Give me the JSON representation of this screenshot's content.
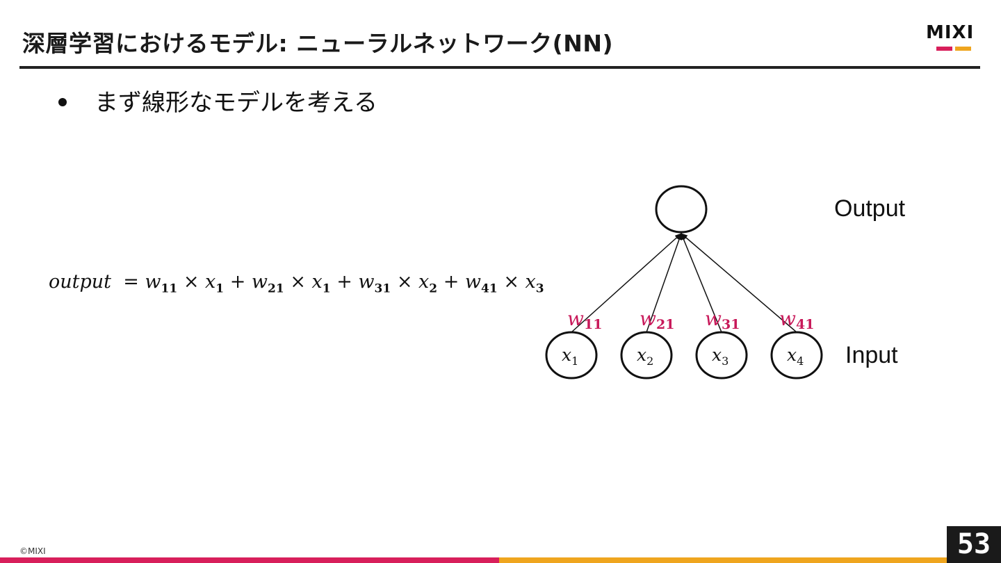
{
  "slide": {
    "title": "深層学習におけるモデル: ニューラルネットワーク(NN)",
    "logo_text": "MIXI",
    "bullet": "まず線形なモデルを考える",
    "copyright": "©MIXI",
    "page_number": "53"
  },
  "equation": {
    "lhs": "output",
    "equals": "=",
    "terms": [
      {
        "w": "w",
        "w_sub": "11",
        "x": "x",
        "x_sub": "1"
      },
      {
        "w": "w",
        "w_sub": "21",
        "x": "x",
        "x_sub": "1"
      },
      {
        "w": "w",
        "w_sub": "31",
        "x": "x",
        "x_sub": "2"
      },
      {
        "w": "w",
        "w_sub": "41",
        "x": "x",
        "x_sub": "3"
      }
    ],
    "times": "×",
    "plus": "+"
  },
  "diagram": {
    "output_label": "Output",
    "input_label": "Input",
    "inputs": [
      {
        "name": "x",
        "sub": "1"
      },
      {
        "name": "x",
        "sub": "2"
      },
      {
        "name": "x",
        "sub": "3"
      },
      {
        "name": "x",
        "sub": "4"
      }
    ],
    "weights": [
      {
        "name": "w",
        "sub": "11"
      },
      {
        "name": "w",
        "sub": "21"
      },
      {
        "name": "w",
        "sub": "31"
      },
      {
        "name": "w",
        "sub": "41"
      }
    ]
  },
  "colors": {
    "accent_pink": "#d81f5b",
    "accent_orange": "#efa51e",
    "weight_label": "#c8195a",
    "title_rule": "#222222"
  }
}
